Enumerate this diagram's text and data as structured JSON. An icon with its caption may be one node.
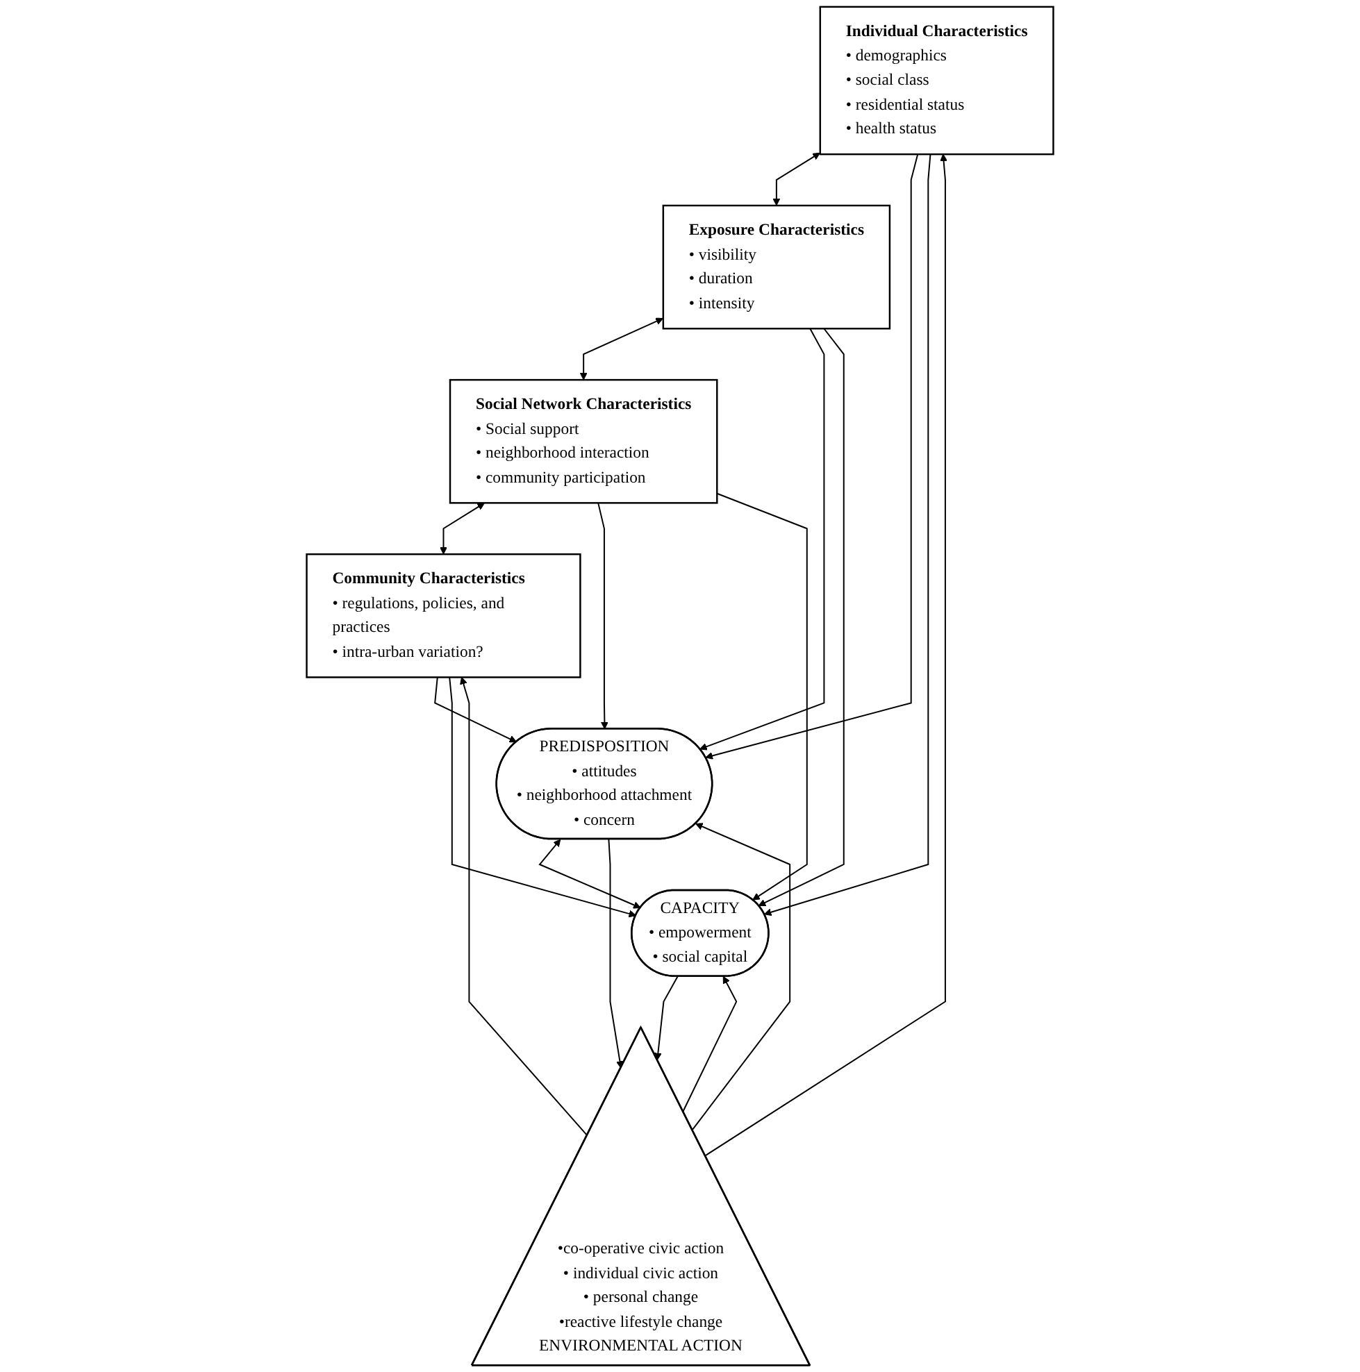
{
  "diagram": {
    "nodes": [
      {
        "text": [
          "Individual Characteristics",
          "• demographics",
          "• social class",
          "• residential status",
          "• health status"
        ]
      },
      {
        "text": [
          "Exposure Characteristics",
          "• visibility",
          "• duration",
          "• intensity"
        ]
      },
      {
        "text": [
          "Social Network Characteristics",
          "• Social support",
          "• neighborhood interaction",
          "• community participation"
        ]
      },
      {
        "text": [
          "Community Characteristics",
          "• regulations, policies, and practices",
          "• intra-urban variation?"
        ]
      },
      {
        "text": [
          "PREDISPOSITION",
          "• attitudes",
          "• neighborhood attachment",
          "• concern"
        ]
      },
      {
        "text": [
          "CAPACITY",
          "• empowerment",
          "• social capital"
        ]
      },
      {
        "text": [
          "•co-operative civic action",
          "• individual civic action",
          "• personal change",
          "•reactive lifestyle change",
          "ENVIRONMENTAL ACTION"
        ]
      }
    ],
    "edges": [
      {
        "from": 0,
        "to": 1,
        "arrow": "both"
      },
      {
        "from": 1,
        "to": 2,
        "arrow": "both"
      },
      {
        "from": 2,
        "to": 3,
        "arrow": "both"
      },
      {
        "from": 0,
        "to": 4,
        "arrow": "to"
      },
      {
        "from": 1,
        "to": 4,
        "arrow": "to"
      },
      {
        "from": 2,
        "to": 4,
        "arrow": "to"
      },
      {
        "from": 3,
        "to": 4,
        "arrow": "to"
      },
      {
        "from": 0,
        "to": 5,
        "arrow": "to"
      },
      {
        "from": 1,
        "to": 5,
        "arrow": "to"
      },
      {
        "from": 2,
        "to": 5,
        "arrow": "to"
      },
      {
        "from": 3,
        "to": 5,
        "arrow": "to"
      },
      {
        "from": 4,
        "to": 5,
        "arrow": "both"
      },
      {
        "from": 4,
        "to": 6,
        "arrow": "to"
      },
      {
        "from": 5,
        "to": 6,
        "arrow": "to"
      },
      {
        "from": 6,
        "to": 0,
        "arrow": "to"
      },
      {
        "from": 6,
        "to": 4,
        "arrow": "to"
      },
      {
        "from": 6,
        "to": 3,
        "arrow": "to"
      },
      {
        "from": 6,
        "to": 5,
        "arrow": "to"
      }
    ]
  }
}
